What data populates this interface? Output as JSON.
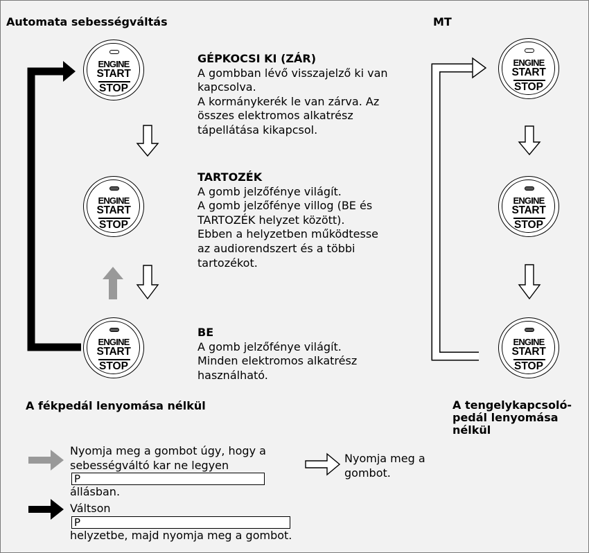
{
  "automatic": {
    "heading": "Automata sebességváltás",
    "caption": "A fékpedál lenyomása nélkül"
  },
  "manual": {
    "heading": "MT",
    "caption_lines": [
      "A tengelykapcsoló-",
      "pedál lenyomása",
      "nélkül"
    ]
  },
  "start_button": {
    "line1": "ENGINE",
    "line2": "START",
    "line3": "STOP"
  },
  "modes": [
    {
      "title": "GÉPKOCSI KI (ZÁR)",
      "indicator": "off",
      "lines": [
        "A gombban lévő visszajelző ki van",
        "kapcsolva.",
        "A kormánykerék le van zárva. Az",
        "összes elektromos alkatrész",
        "tápellátása kikapcsol."
      ]
    },
    {
      "title": "TARTOZÉK",
      "indicator": "on",
      "lines": [
        "A gomb jelzőfénye világít.",
        "A gomb jelzőfénye villog (BE és",
        "TARTOZÉK helyzet között).",
        "Ebben a helyzetben működtesse",
        "az audiorendszert és a többi",
        "tartozékot."
      ]
    },
    {
      "title": "BE",
      "indicator": "on",
      "lines": [
        "A gomb jelzőfénye világít.",
        "Minden elektromos alkatrész",
        "használható."
      ]
    }
  ],
  "legend": {
    "gray_arrow": {
      "color": "#999999",
      "line1": "Nyomja meg a gombot úgy, hogy a",
      "line2_before": "sebességváltó kar ne legyen",
      "gear": "P",
      "line3": "állásban."
    },
    "white_arrow": {
      "color": "#ffffff",
      "line1": "Nyomja meg a",
      "line2": "gombot."
    },
    "black_arrow": {
      "color": "#000000",
      "text_before": "Váltson",
      "gear": "P",
      "text_after": "helyzetbe, majd nyomja meg a gombot."
    }
  },
  "colors": {
    "background": "#f2f2f2",
    "border": "#7a7a7a",
    "indicator_on": "#555555"
  }
}
